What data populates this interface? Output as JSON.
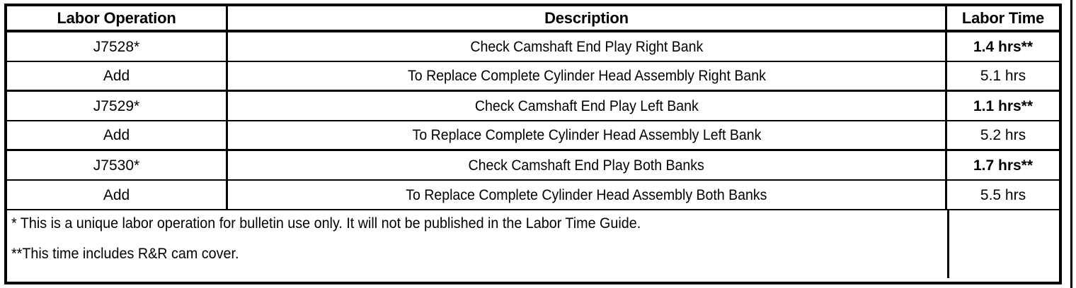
{
  "table": {
    "columns": [
      {
        "key": "operation",
        "label": "Labor Operation"
      },
      {
        "key": "description",
        "label": "Description"
      },
      {
        "key": "time",
        "label": "Labor Time"
      }
    ],
    "rows": [
      {
        "operation": "J7528*",
        "description": "Check Camshaft End Play Right Bank",
        "time": "1.4 hrs**",
        "time_bold": true,
        "rule": "thin"
      },
      {
        "operation": "Add",
        "description": "To Replace Complete Cylinder Head Assembly Right Bank",
        "time": "5.1 hrs",
        "time_bold": false,
        "rule": "thick"
      },
      {
        "operation": "J7529*",
        "description": "Check Camshaft End Play Left Bank",
        "time": "1.1 hrs**",
        "time_bold": true,
        "rule": "thin"
      },
      {
        "operation": "Add",
        "description": "To Replace Complete Cylinder Head Assembly Left Bank",
        "time": "5.2 hrs",
        "time_bold": false,
        "rule": "thick"
      },
      {
        "operation": "J7530*",
        "description": "Check Camshaft End Play Both Banks",
        "time": "1.7 hrs**",
        "time_bold": true,
        "rule": "thin"
      },
      {
        "operation": "Add",
        "description": "To Replace Complete Cylinder Head Assembly Both Banks",
        "time": "5.5 hrs",
        "time_bold": false,
        "rule": "thin"
      }
    ],
    "footnotes": [
      "* This is a unique labor operation for bulletin use only. It will not be published in the Labor Time Guide.",
      "**This time includes R&R cam cover."
    ],
    "footnote_time_cell": ""
  },
  "colors": {
    "ink": "#000000",
    "paper": "#ffffff"
  }
}
